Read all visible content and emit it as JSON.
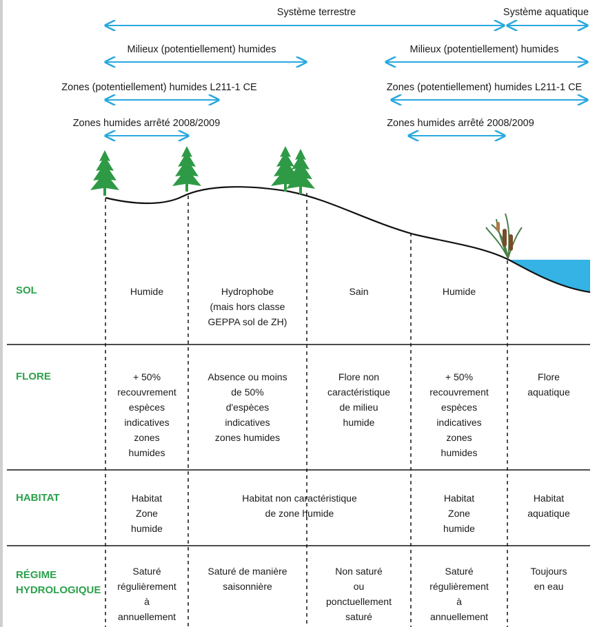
{
  "ranges": {
    "terrestre": "Système terrestre",
    "aquatique": "Système aquatique",
    "milieux_left": "Milieux (potentiellement) humides",
    "milieux_right": "Milieux (potentiellement) humides",
    "zones_left": "Zones (potentiellement) humides L211-1 CE",
    "zones_right": "Zones (potentiellement) humides L211-1 CE",
    "arrete_left": "Zones humides arrêté 2008/2009",
    "arrete_right": "Zones humides arrêté 2008/2009"
  },
  "rows": {
    "sol": {
      "label": "SOL",
      "cells": [
        "Humide",
        "Hydrophobe\n(mais hors classe\nGEPPA sol de ZH)",
        "Sain",
        "Humide",
        ""
      ]
    },
    "flore": {
      "label": "FLORE",
      "cells": [
        "+ 50%\nrecouvrement\nespèces\nindicatives\nzones\nhumides",
        "Absence ou moins\nde 50%\nd'espèces\nindicatives\nzones humides",
        "Flore non\ncaractéristique\nde milieu\nhumide",
        "+ 50%\nrecouvrement\nespèces\nindicatives\nzones\nhumides",
        "Flore\naquatique"
      ]
    },
    "habitat": {
      "label": "HABITAT",
      "cells": [
        "Habitat\nZone\nhumide",
        "Habitat non caractéristique\nde zone humide",
        "Habitat\nZone\nhumide",
        "Habitat\naquatique"
      ]
    },
    "regime": {
      "label": "RÉGIME\nHYDROLOGIQUE",
      "cells": [
        "Saturé\nrégulièrement\nà\nannuellement",
        "Saturé de manière\nsaisonnière",
        "Non saturé\nou\nponctuellement\nsaturé",
        "Saturé\nrégulièrement\nà\nannuellement",
        "Toujours\nen eau"
      ]
    }
  },
  "colors": {
    "arrow": "#29a8df",
    "label_green": "#2ba14b",
    "tree": "#2e9a46",
    "water": "#34b3e4"
  }
}
